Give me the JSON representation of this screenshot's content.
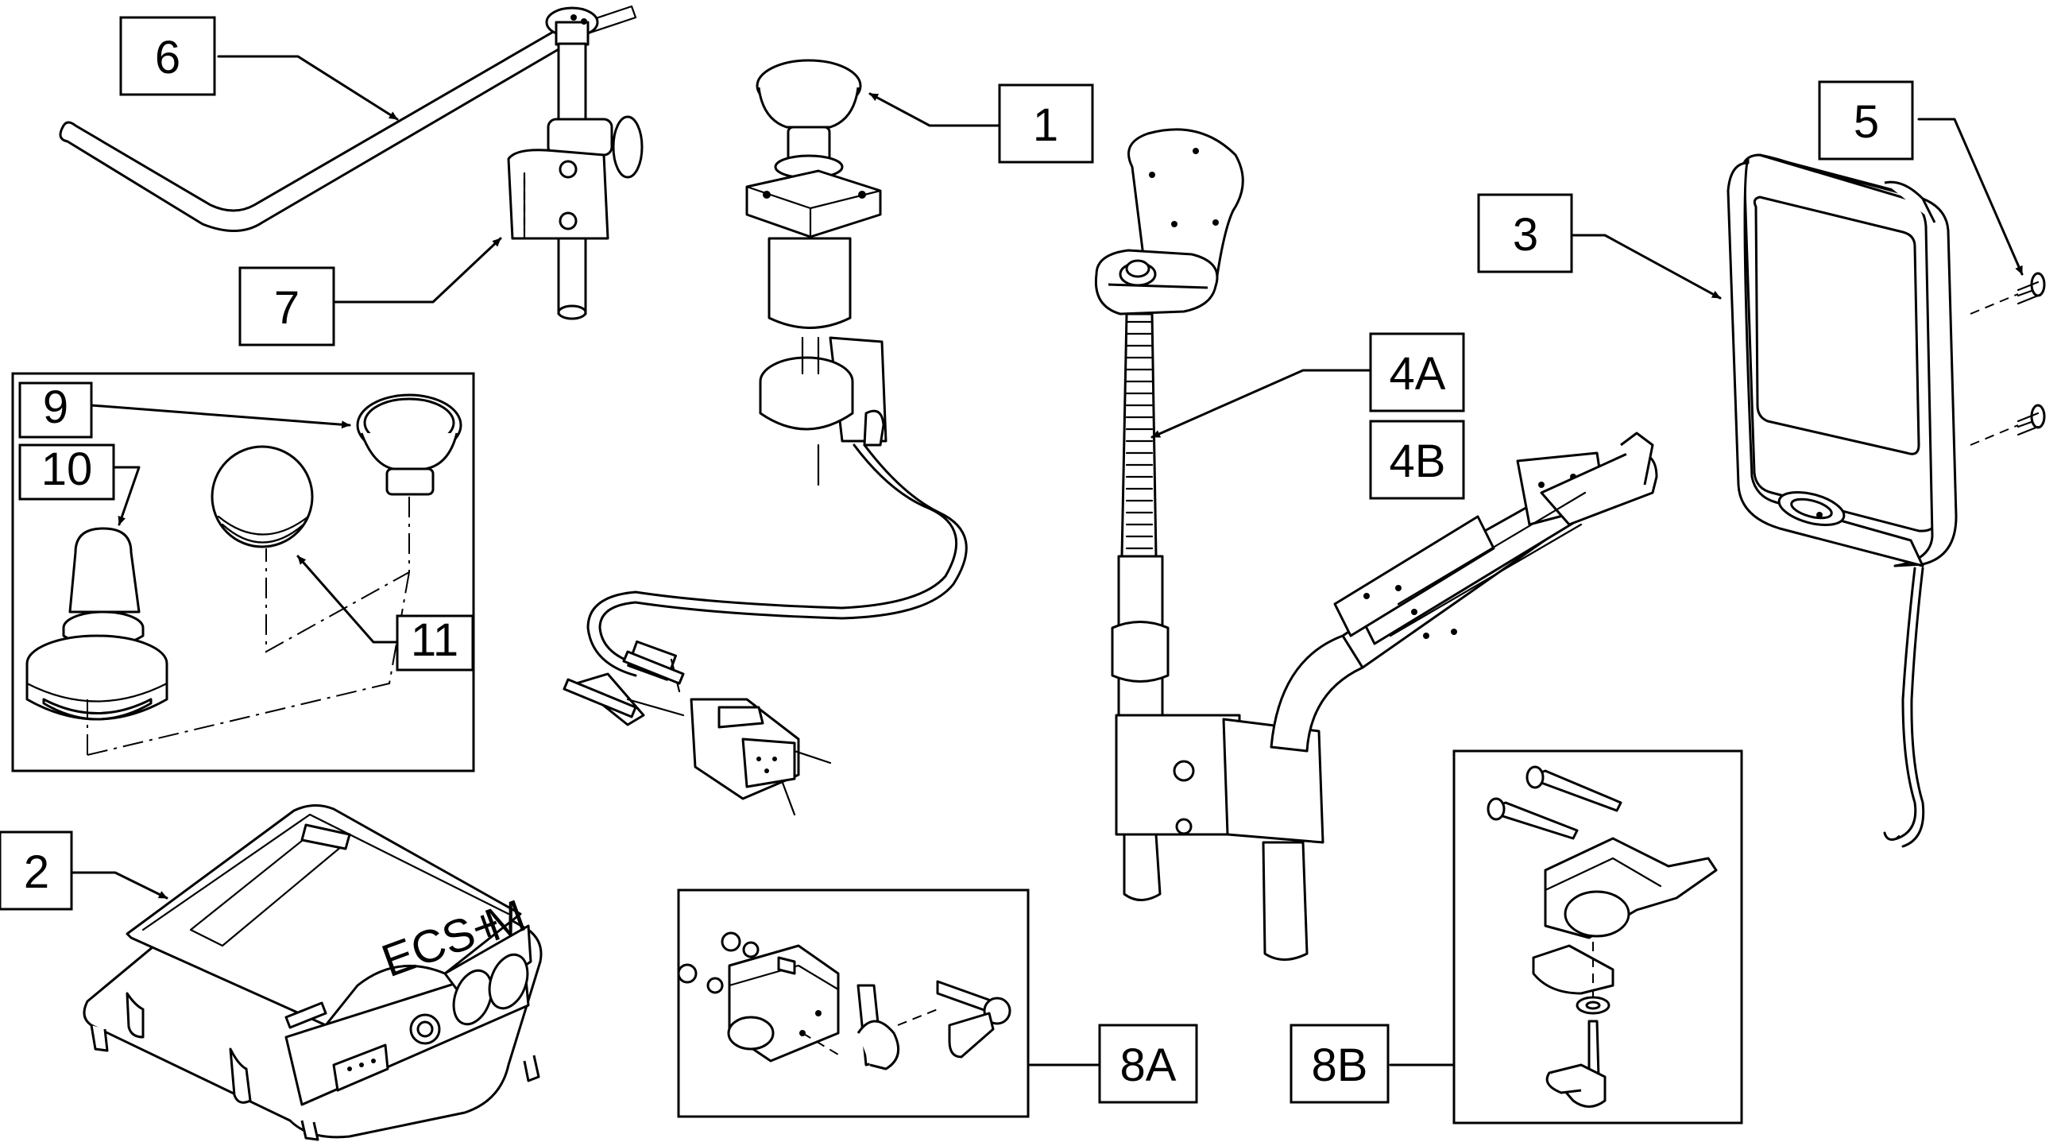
{
  "callouts": {
    "c1": "1",
    "c2": "2",
    "c3": "3",
    "c4a": "4A",
    "c4b": "4B",
    "c5": "5",
    "c6": "6",
    "c7": "7",
    "c8a": "8A",
    "c8b": "8B",
    "c9": "9",
    "c10": "10",
    "c11": "11"
  },
  "parts": {
    "control_module_label": "ECS+",
    "control_module_badge": "M"
  }
}
